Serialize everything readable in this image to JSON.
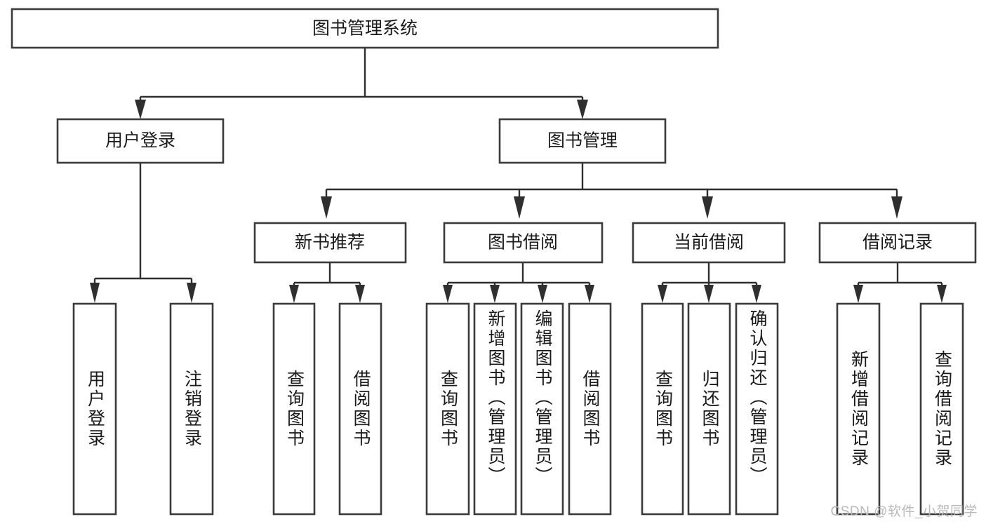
{
  "diagram": {
    "title": "图书管理系统",
    "type": "tree",
    "watermark": "CSDN @软件_小贺同学",
    "colors": {
      "box_stroke": "#3b3b3b",
      "box_fill": "#ffffff",
      "edge": "#2f2f2f",
      "text": "#1a1a1a",
      "watermark": "#b9b9b9",
      "background": "#ffffff"
    },
    "root": {
      "label": "图书管理系统",
      "orientation": "horizontal"
    },
    "level2": [
      {
        "id": "user-login",
        "label": "用户登录",
        "orientation": "horizontal"
      },
      {
        "id": "book-manage",
        "label": "图书管理",
        "orientation": "horizontal"
      }
    ],
    "level3": [
      {
        "id": "new-book-rec",
        "label": "新书推荐",
        "parent": "book-manage",
        "orientation": "horizontal"
      },
      {
        "id": "book-borrow",
        "label": "图书借阅",
        "parent": "book-manage",
        "orientation": "horizontal"
      },
      {
        "id": "current-borrow",
        "label": "当前借阅",
        "parent": "book-manage",
        "orientation": "horizontal"
      },
      {
        "id": "borrow-record",
        "label": "借阅记录",
        "parent": "book-manage",
        "orientation": "horizontal"
      }
    ],
    "leaves": [
      {
        "id": "leaf-user-login",
        "label": "用户登录",
        "parent": "user-login",
        "orientation": "vertical"
      },
      {
        "id": "leaf-user-logout",
        "label": "注销登录",
        "parent": "user-login",
        "orientation": "vertical"
      },
      {
        "id": "leaf-rec-query",
        "label": "查询图书",
        "parent": "new-book-rec",
        "orientation": "vertical"
      },
      {
        "id": "leaf-rec-borrow",
        "label": "借阅图书",
        "parent": "new-book-rec",
        "orientation": "vertical"
      },
      {
        "id": "leaf-borrow-query",
        "label": "查询图书",
        "parent": "book-borrow",
        "orientation": "vertical"
      },
      {
        "id": "leaf-borrow-add",
        "label": "新增图书（管理员）",
        "parent": "book-borrow",
        "orientation": "vertical"
      },
      {
        "id": "leaf-borrow-edit",
        "label": "编辑图书（管理员）",
        "parent": "book-borrow",
        "orientation": "vertical"
      },
      {
        "id": "leaf-borrow-lend",
        "label": "借阅图书",
        "parent": "book-borrow",
        "orientation": "vertical"
      },
      {
        "id": "leaf-cur-query",
        "label": "查询图书",
        "parent": "current-borrow",
        "orientation": "vertical"
      },
      {
        "id": "leaf-cur-return",
        "label": "归还图书",
        "parent": "current-borrow",
        "orientation": "vertical"
      },
      {
        "id": "leaf-cur-confirm",
        "label": "确认归还（管理员）",
        "parent": "current-borrow",
        "orientation": "vertical"
      },
      {
        "id": "leaf-rec-add",
        "label": "新增借阅记录",
        "parent": "borrow-record",
        "orientation": "vertical"
      },
      {
        "id": "leaf-rec-search",
        "label": "查询借阅记录",
        "parent": "borrow-record",
        "orientation": "vertical"
      }
    ]
  }
}
